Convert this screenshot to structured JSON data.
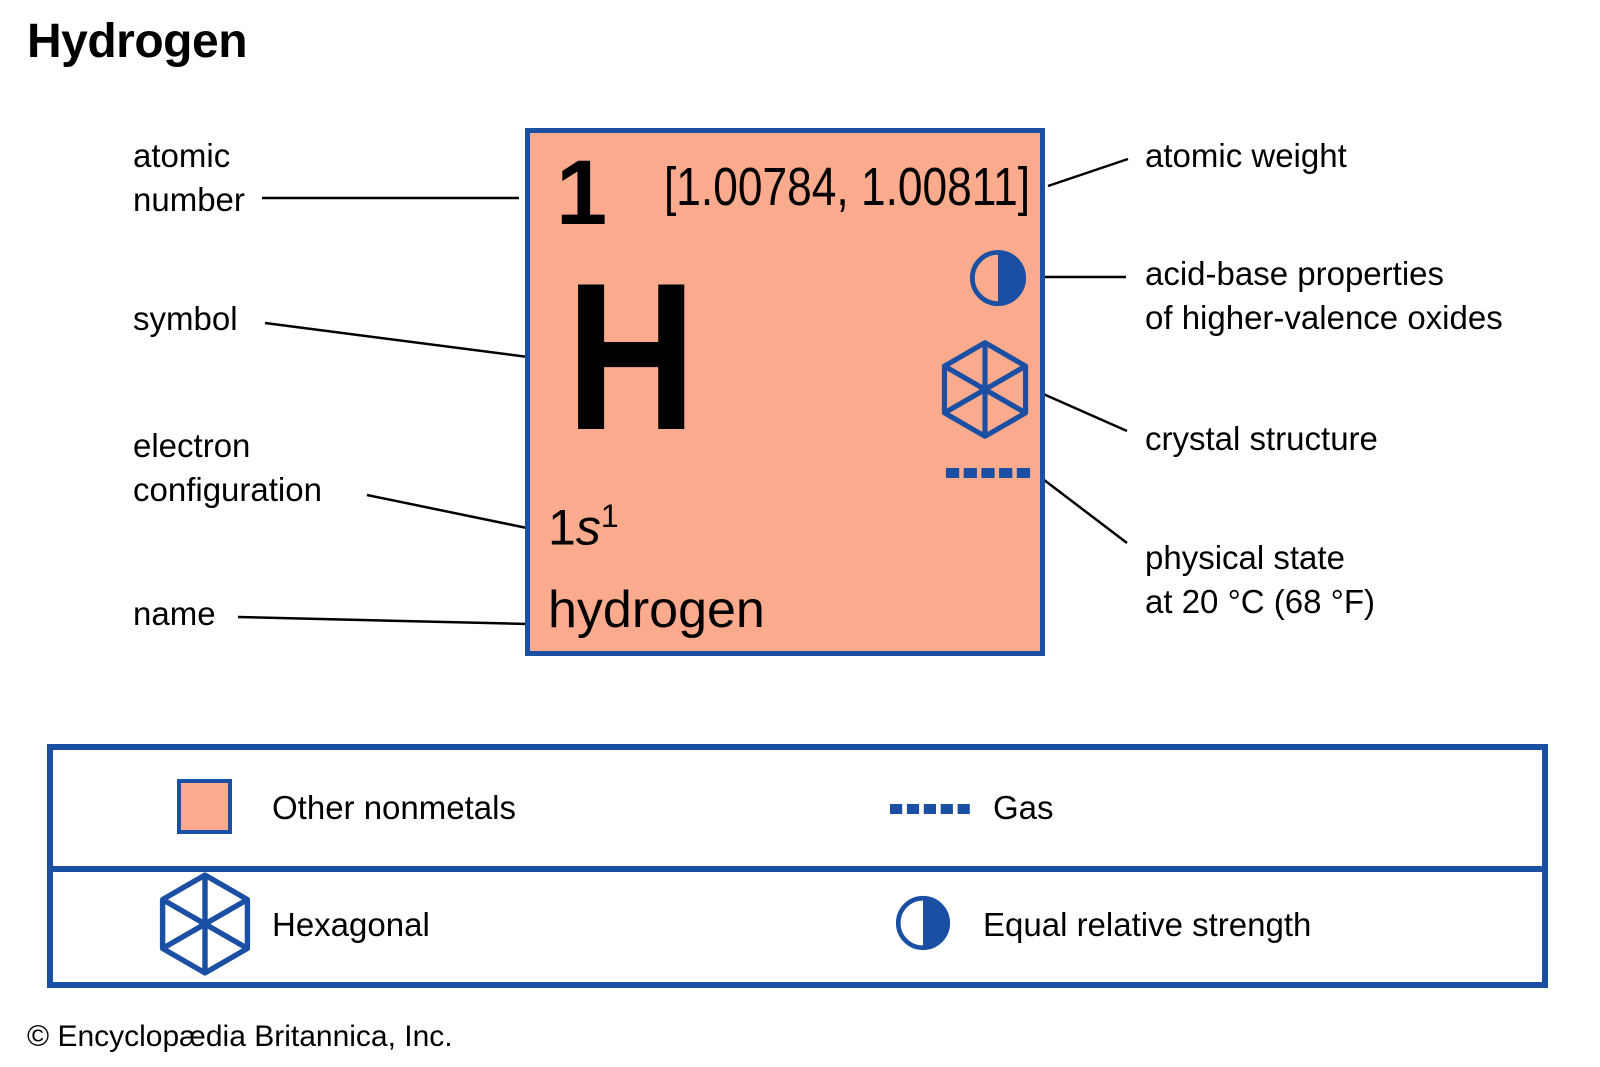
{
  "title": "Hydrogen",
  "colors": {
    "blue": "#1b4fa3",
    "salmon": "#faaa8d",
    "text": "#000000",
    "background": "#ffffff"
  },
  "element_card": {
    "atomic_number": "1",
    "atomic_weight": "[1.00784, 1.00811]",
    "symbol": "H",
    "electron_configuration": {
      "coefficient": "1",
      "orbital": "s",
      "superscript": "1"
    },
    "name": "hydrogen",
    "icons": {
      "acid_base": "half-filled-circle",
      "crystal_structure": "hexagonal-wireframe",
      "physical_state": "dashed-line-gas"
    }
  },
  "callouts": {
    "left": [
      {
        "line1": "atomic",
        "line2": "number"
      },
      {
        "line1": "symbol"
      },
      {
        "line1": "electron",
        "line2": "configuration"
      },
      {
        "line1": "name"
      }
    ],
    "right": [
      {
        "line1": "atomic weight"
      },
      {
        "line1": "acid-base properties",
        "line2": "of higher-valence oxides"
      },
      {
        "line1": "crystal structure"
      },
      {
        "line1": "physical state",
        "line2": "at 20 °C (68 °F)"
      }
    ]
  },
  "legend": {
    "row1": [
      {
        "icon": "salmon-swatch",
        "label": "Other nonmetals"
      },
      {
        "icon": "gas-dashes",
        "label": "Gas"
      }
    ],
    "row2": [
      {
        "icon": "hexagonal-crystal",
        "label": "Hexagonal"
      },
      {
        "icon": "half-filled-circle",
        "label": "Equal relative strength"
      }
    ]
  },
  "copyright": "© Encyclopædia Britannica, Inc."
}
